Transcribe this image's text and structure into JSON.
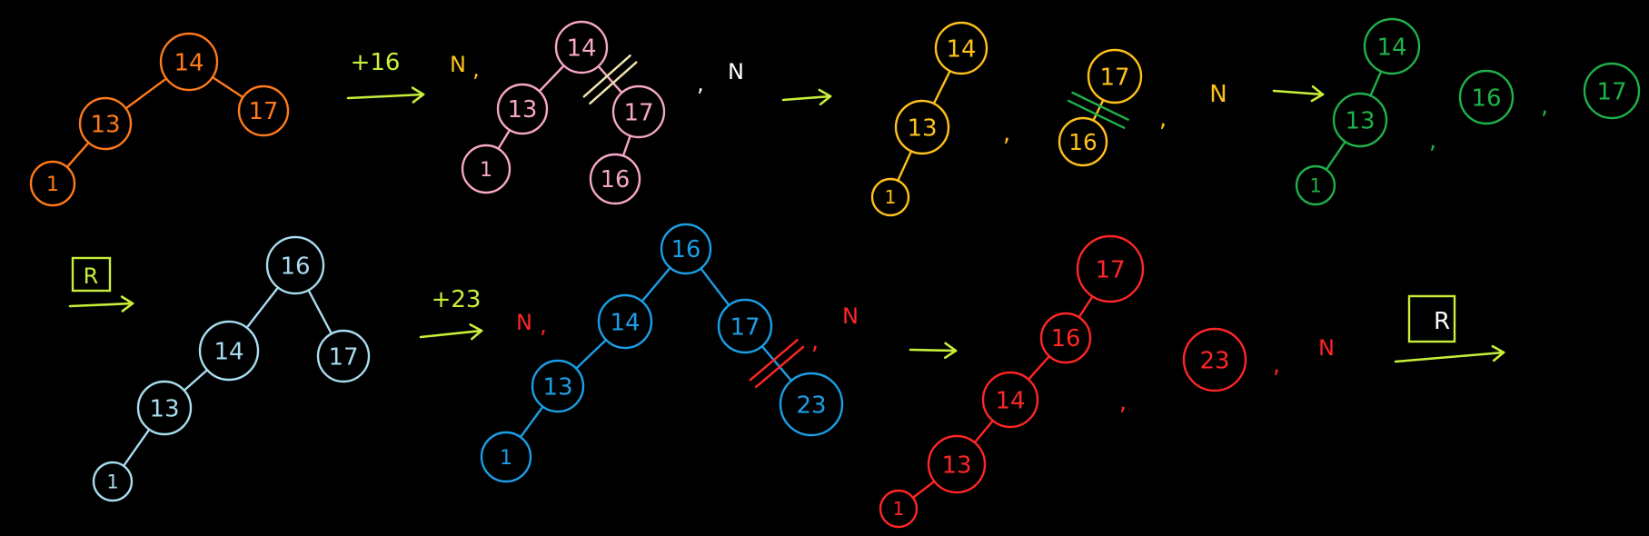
{
  "colors": {
    "orange": "#ff7a1a",
    "pink": "#f5a7c8",
    "yellow": "#ffc11a",
    "green": "#1fb14a",
    "lightblue": "#a8dcef",
    "blue": "#1b9fe6",
    "red": "#ff2626",
    "lime": "#c8f03a"
  },
  "labels": {
    "plus16": "+16",
    "plus23": "+23",
    "n": "N",
    "r": "R",
    "comma": ","
  },
  "trees": [
    {
      "id": "orange-tree",
      "color": "orange",
      "nodes": [
        "14",
        "13",
        "17",
        "1"
      ],
      "edges": [
        [
          0,
          1
        ],
        [
          0,
          2
        ],
        [
          1,
          3
        ]
      ]
    },
    {
      "id": "pink-tree",
      "color": "pink",
      "nodes": [
        "14",
        "13",
        "17",
        "1",
        "16"
      ],
      "edges": [
        [
          0,
          1
        ],
        [
          0,
          2
        ],
        [
          1,
          3
        ],
        [
          2,
          4
        ]
      ],
      "cut_edge": 1
    },
    {
      "id": "yellow-tree-left",
      "color": "yellow",
      "nodes": [
        "14",
        "13",
        "1"
      ],
      "edges": [
        [
          0,
          1
        ],
        [
          1,
          2
        ]
      ]
    },
    {
      "id": "yellow-tree-right",
      "color": "yellow",
      "nodes": [
        "17",
        "16"
      ],
      "edges": [
        [
          0,
          1
        ]
      ],
      "cut_edge": 0
    },
    {
      "id": "green-tree",
      "color": "green",
      "nodes": [
        "14",
        "13",
        "1"
      ],
      "edges": [
        [
          0,
          1
        ],
        [
          1,
          2
        ]
      ]
    },
    {
      "id": "green-single-16",
      "color": "green",
      "nodes": [
        "16"
      ],
      "edges": []
    },
    {
      "id": "green-single-17",
      "color": "green",
      "nodes": [
        "17"
      ],
      "edges": []
    },
    {
      "id": "lightblue-tree",
      "color": "lightblue",
      "nodes": [
        "16",
        "14",
        "17",
        "13",
        "1"
      ],
      "edges": [
        [
          0,
          1
        ],
        [
          0,
          2
        ],
        [
          1,
          3
        ],
        [
          3,
          4
        ]
      ]
    },
    {
      "id": "blue-tree",
      "color": "blue",
      "nodes": [
        "16",
        "14",
        "17",
        "13",
        "1",
        "23"
      ],
      "edges": [
        [
          0,
          1
        ],
        [
          0,
          2
        ],
        [
          1,
          3
        ],
        [
          3,
          4
        ],
        [
          2,
          5
        ]
      ],
      "cut_edge": 4
    },
    {
      "id": "red-tree",
      "color": "red",
      "nodes": [
        "17",
        "16",
        "14",
        "13",
        "1"
      ],
      "edges": [
        [
          0,
          1
        ],
        [
          1,
          2
        ],
        [
          2,
          3
        ],
        [
          3,
          4
        ]
      ]
    },
    {
      "id": "red-single-23",
      "color": "red",
      "nodes": [
        "23"
      ],
      "edges": []
    }
  ]
}
